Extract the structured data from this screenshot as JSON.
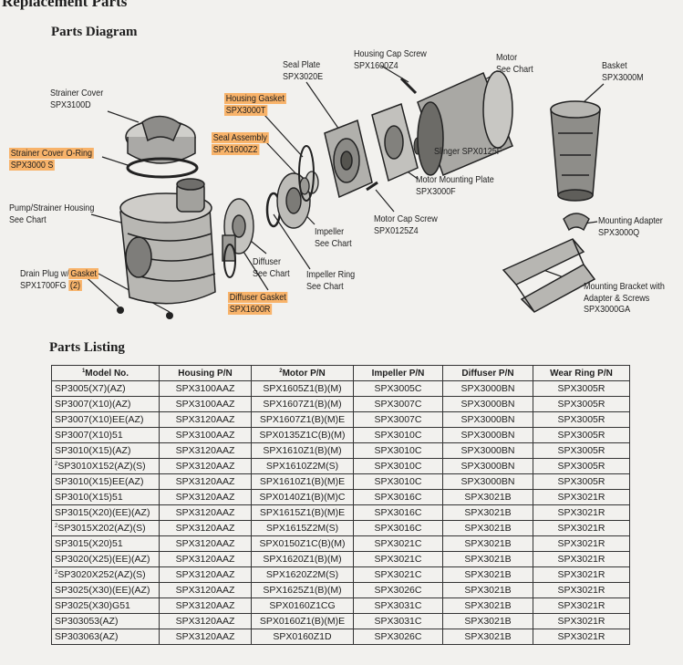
{
  "header": {
    "title": "Replacement Parts",
    "diagram_title": "Parts Diagram",
    "listing_title": "Parts Listing"
  },
  "diagram": {
    "labels": {
      "strainer_cover": [
        "Strainer Cover",
        "SPX3100D"
      ],
      "strainer_oring": [
        "Strainer Cover O-Ring",
        "SPX3000 S"
      ],
      "pump_housing": [
        "Pump/Strainer Housing",
        "See Chart"
      ],
      "drain_plug": [
        "Drain Plug w/",
        "Gasket",
        "SPX1700FG",
        "(2)"
      ],
      "housing_gasket": [
        "Housing Gasket",
        "SPX3000T"
      ],
      "seal_assembly": [
        "Seal Assembly",
        "SPX1600Z2"
      ],
      "seal_plate": [
        "Seal Plate",
        "SPX3020E"
      ],
      "housing_cap_screw": [
        "Housing Cap Screw",
        "SPX1600Z4"
      ],
      "motor": [
        "Motor",
        "See Chart"
      ],
      "basket": [
        "Basket",
        "SPX3000M"
      ],
      "slinger": [
        "Slinger SPX0125F"
      ],
      "motor_plate": [
        "Motor Mounting Plate",
        "SPX3000F"
      ],
      "motor_cap_screw": [
        "Motor Cap Screw",
        "SPX0125Z4"
      ],
      "impeller": [
        "Impeller",
        "See Chart"
      ],
      "diffuser": [
        "Diffuser",
        "See Chart"
      ],
      "impeller_ring": [
        "Impeller Ring",
        "See Chart"
      ],
      "diffuser_gasket": [
        "Diffuser Gasket",
        "SPX1600R"
      ],
      "mounting_adapter": [
        "Mounting Adapter",
        "SPX3000Q"
      ],
      "mounting_bracket": [
        "Mounting Bracket with",
        "Adapter & Screws",
        "SPX3000GA"
      ]
    }
  },
  "table": {
    "headers": [
      {
        "sup": "1",
        "text": "Model No."
      },
      {
        "sup": "",
        "text": "Housing P/N"
      },
      {
        "sup": "2",
        "text": "Motor P/N"
      },
      {
        "sup": "",
        "text": "Impeller P/N"
      },
      {
        "sup": "",
        "text": "Diffuser P/N"
      },
      {
        "sup": "",
        "text": "Wear Ring P/N"
      }
    ],
    "rows": [
      {
        "sup": "",
        "cells": [
          "SP3005(X7)(AZ)",
          "SPX3100AAZ",
          "SPX1605Z1(B)(M)",
          "SPX3005C",
          "SPX3000BN",
          "SPX3005R"
        ]
      },
      {
        "sup": "",
        "cells": [
          "SP3007(X10)(AZ)",
          "SPX3100AAZ",
          "SPX1607Z1(B)(M)",
          "SPX3007C",
          "SPX3000BN",
          "SPX3005R"
        ]
      },
      {
        "sup": "",
        "cells": [
          "SP3007(X10)EE(AZ)",
          "SPX3120AAZ",
          "SPX1607Z1(B)(M)E",
          "SPX3007C",
          "SPX3000BN",
          "SPX3005R"
        ]
      },
      {
        "sup": "",
        "cells": [
          "SP3007(X10)51",
          "SPX3100AAZ",
          "SPX0135Z1C(B)(M)",
          "SPX3010C",
          "SPX3000BN",
          "SPX3005R"
        ]
      },
      {
        "sup": "",
        "cells": [
          "SP3010(X15)(AZ)",
          "SPX3120AAZ",
          "SPX1610Z1(B)(M)",
          "SPX3010C",
          "SPX3000BN",
          "SPX3005R"
        ]
      },
      {
        "sup": "2",
        "cells": [
          "SP3010X152(AZ)(S)",
          "SPX3120AAZ",
          "SPX1610Z2M(S)",
          "SPX3010C",
          "SPX3000BN",
          "SPX3005R"
        ]
      },
      {
        "sup": "",
        "cells": [
          "SP3010(X15)EE(AZ)",
          "SPX3120AAZ",
          "SPX1610Z1(B)(M)E",
          "SPX3010C",
          "SPX3000BN",
          "SPX3005R"
        ]
      },
      {
        "sup": "",
        "cells": [
          "SP3010(X15)51",
          "SPX3120AAZ",
          "SPX0140Z1(B)(M)C",
          "SPX3016C",
          "SPX3021B",
          "SPX3021R"
        ]
      },
      {
        "sup": "",
        "cells": [
          "SP3015(X20)(EE)(AZ)",
          "SPX3120AAZ",
          "SPX1615Z1(B)(M)E",
          "SPX3016C",
          "SPX3021B",
          "SPX3021R"
        ]
      },
      {
        "sup": "2",
        "cells": [
          "SP3015X202(AZ)(S)",
          "SPX3120AAZ",
          "SPX1615Z2M(S)",
          "SPX3016C",
          "SPX3021B",
          "SPX3021R"
        ]
      },
      {
        "sup": "",
        "cells": [
          "SP3015(X20)51",
          "SPX3120AAZ",
          "SPX0150Z1C(B)(M)",
          "SPX3021C",
          "SPX3021B",
          "SPX3021R"
        ]
      },
      {
        "sup": "",
        "cells": [
          "SP3020(X25)(EE)(AZ)",
          "SPX3120AAZ",
          "SPX1620Z1(B)(M)",
          "SPX3021C",
          "SPX3021B",
          "SPX3021R"
        ]
      },
      {
        "sup": "2",
        "cells": [
          "SP3020X252(AZ)(S)",
          "SPX3120AAZ",
          "SPX1620Z2M(S)",
          "SPX3021C",
          "SPX3021B",
          "SPX3021R"
        ]
      },
      {
        "sup": "",
        "cells": [
          "SP3025(X30)(EE)(AZ)",
          "SPX3120AAZ",
          "SPX1625Z1(B)(M)",
          "SPX3026C",
          "SPX3021B",
          "SPX3021R"
        ]
      },
      {
        "sup": "",
        "cells": [
          "SP3025(X30)G51",
          "SPX3120AAZ",
          "SPX0160Z1CG",
          "SPX3031C",
          "SPX3021B",
          "SPX3021R"
        ]
      },
      {
        "sup": "",
        "cells": [
          "SP303053(AZ)",
          "SPX3120AAZ",
          "SPX0160Z1(B)(M)E",
          "SPX3031C",
          "SPX3021B",
          "SPX3021R"
        ]
      },
      {
        "sup": "",
        "cells": [
          "SP303063(AZ)",
          "SPX3120AAZ",
          "SPX0160Z1D",
          "SPX3026C",
          "SPX3021B",
          "SPX3021R"
        ]
      }
    ]
  }
}
